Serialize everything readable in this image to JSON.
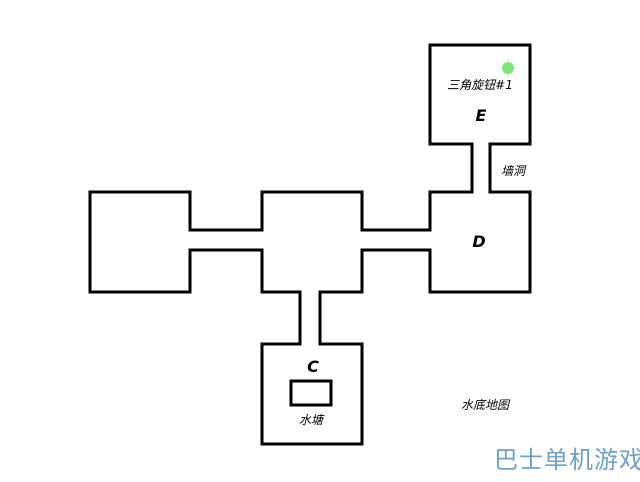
{
  "map": {
    "title": "水底地图",
    "rooms": {
      "c": {
        "letter": "C",
        "feature": "水塘"
      },
      "d": {
        "letter": "D"
      },
      "e": {
        "letter": "E",
        "item": "三角旋钮#1"
      }
    },
    "passage_label": "墙洞",
    "marker_color": "#7de874",
    "wall_color": "#000000"
  },
  "watermark": {
    "text": "巴士单机游戏"
  }
}
